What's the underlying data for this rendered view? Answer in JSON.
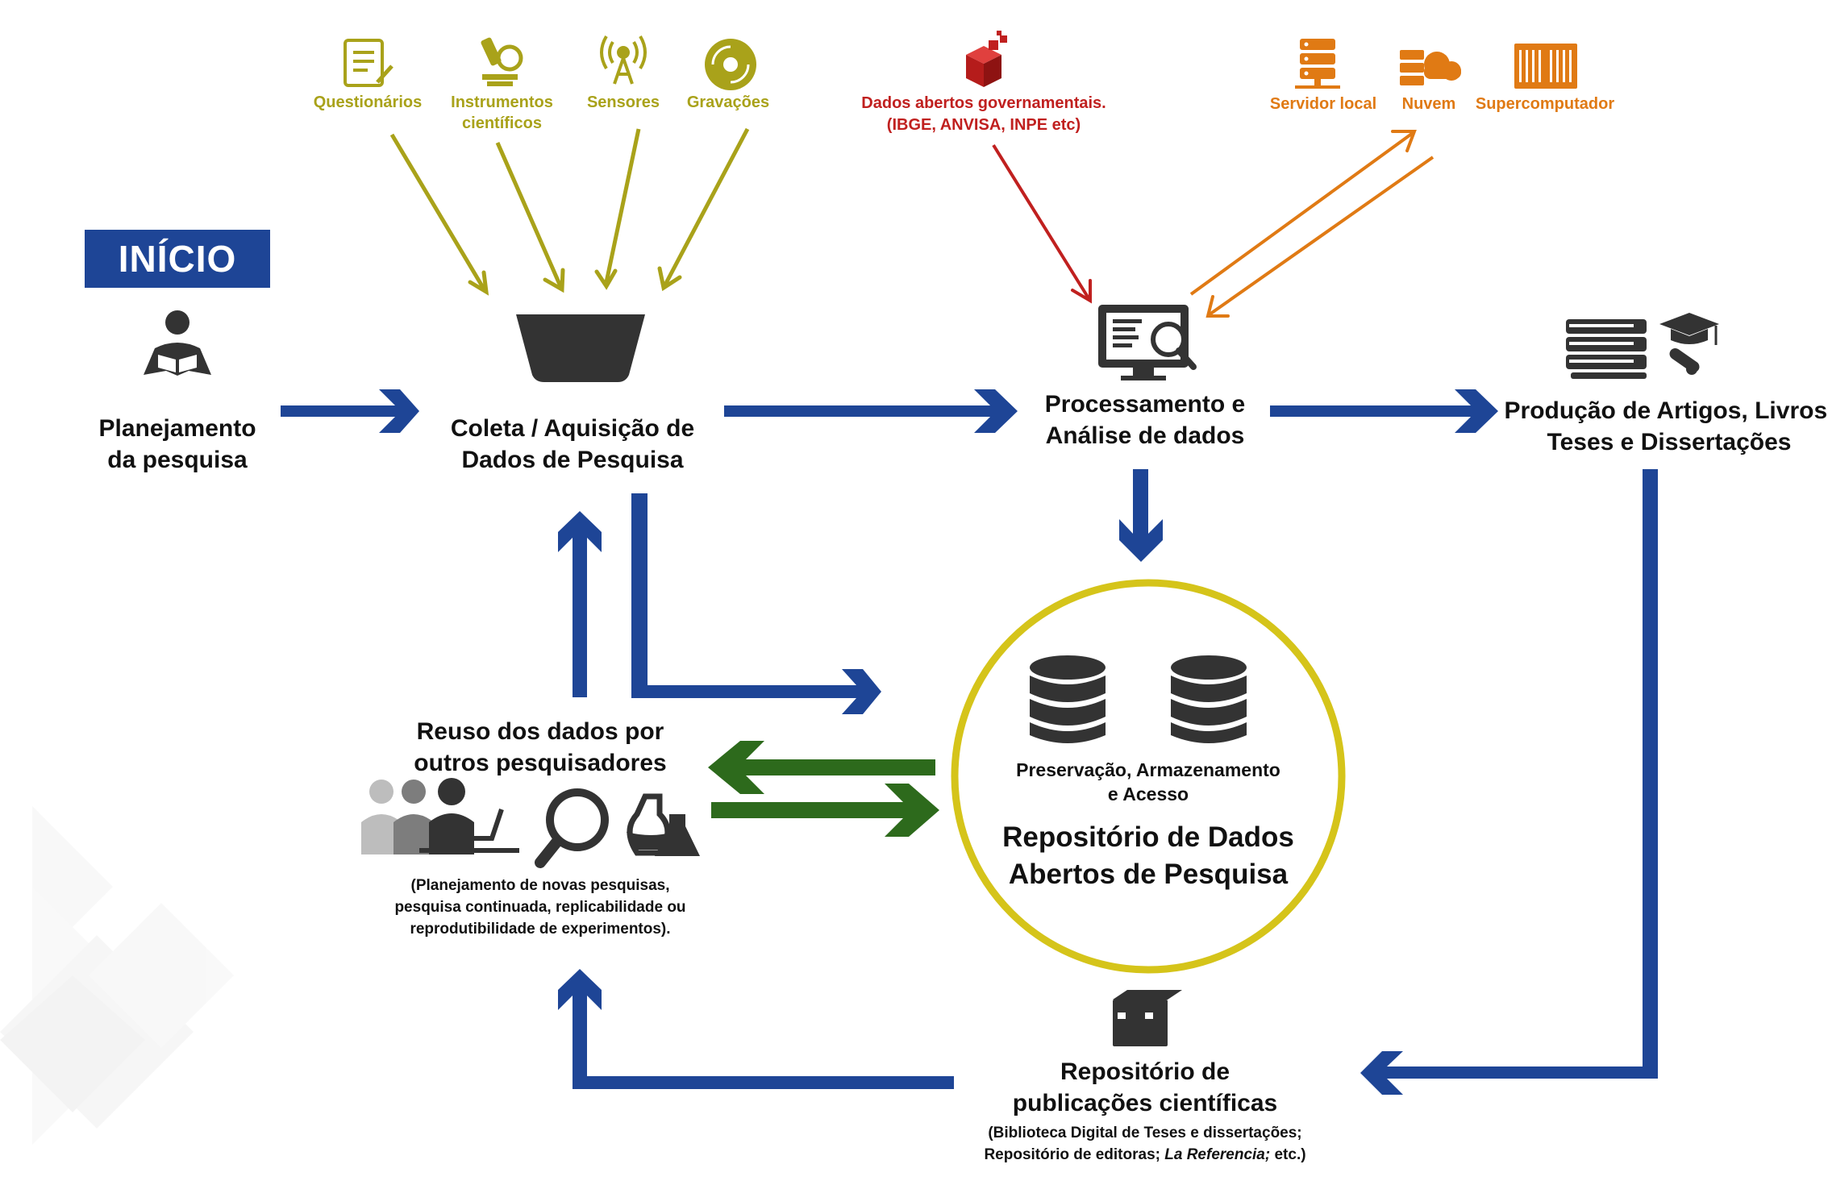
{
  "start": {
    "label": "INÍCIO"
  },
  "steps": {
    "planning": [
      "Planejamento",
      "da pesquisa"
    ],
    "collection": [
      "Coleta / Aquisição de",
      "Dados de Pesquisa"
    ],
    "processing": [
      "Processamento e",
      "Análise de dados"
    ],
    "production": [
      "Produção de Artigos, Livros,",
      "Teses e Dissertações"
    ],
    "reuse": [
      "Reuso dos dados por",
      "outros pesquisadores"
    ],
    "reuse_note": [
      "(Planejamento de novas pesquisas,",
      "pesquisa continuada, replicabilidade ou",
      "reprodutibilidade de experimentos)."
    ],
    "data_repo_sub": [
      "Preservação, Armazenamento",
      "e Acesso"
    ],
    "data_repo_title": [
      "Repositório de Dados",
      "Abertos de Pesquisa"
    ],
    "pub_repo": [
      "Repositório de",
      "publicações científicas"
    ],
    "pub_repo_note_1": "(Biblioteca Digital de Teses e dissertações;",
    "pub_repo_note_2a": "Repositório de editoras; ",
    "pub_repo_note_2b": "La Referencia;",
    "pub_repo_note_2c": " etc.)"
  },
  "sources": {
    "collection": [
      {
        "label": "Questionários",
        "icon": "questionnaire-icon"
      },
      {
        "label": "Instrumentos científicos",
        "lines": [
          "Instrumentos",
          "científicos"
        ],
        "icon": "microscope-icon"
      },
      {
        "label": "Sensores",
        "icon": "antenna-icon"
      },
      {
        "label": "Gravações",
        "icon": "disc-icon"
      }
    ],
    "open_data": {
      "lines": [
        "Dados abertos governamentais.",
        "(IBGE, ANVISA, INPE etc)"
      ],
      "icon": "data-cube-icon"
    },
    "computing": [
      {
        "label": "Servidor local",
        "icon": "server-icon"
      },
      {
        "label": "Nuvem",
        "icon": "cloud-server-icon"
      },
      {
        "label": "Supercomputador",
        "icon": "supercomputer-icon"
      }
    ]
  },
  "colors": {
    "blue": "#1e4596",
    "green": "#2d6a1c",
    "olive": "#a9a21a",
    "red": "#c0201f",
    "orange": "#e07a14",
    "circle": "#d5c41a",
    "icon": "#333333"
  }
}
